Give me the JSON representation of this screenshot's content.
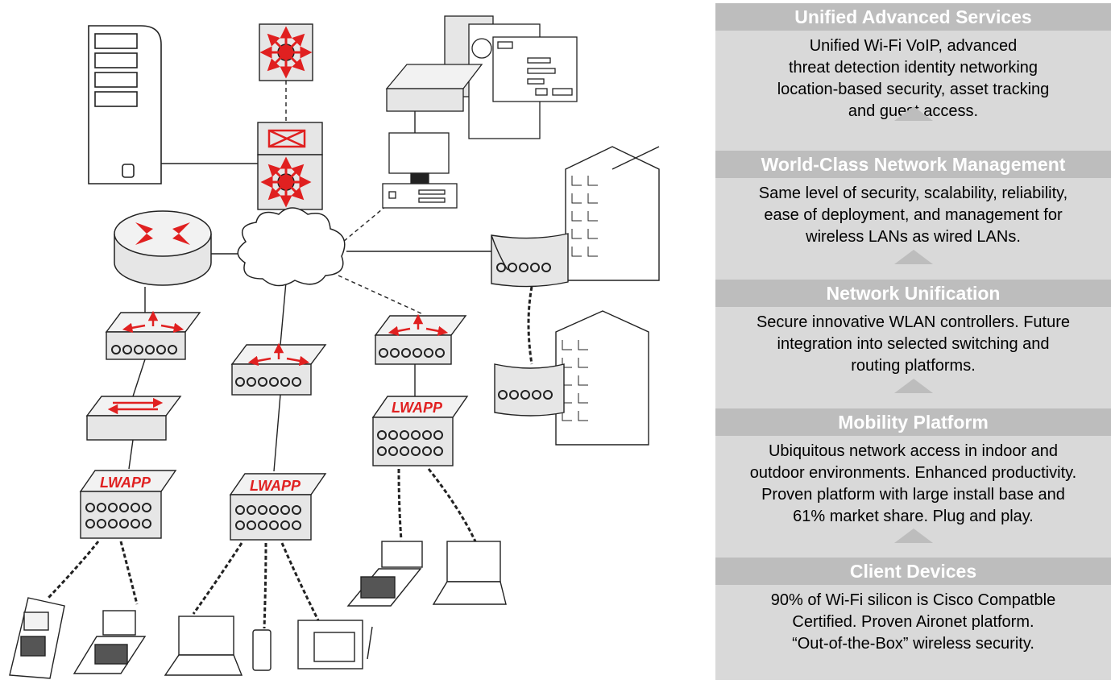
{
  "stages": [
    {
      "title": "Unified Advanced Services",
      "lines": [
        "Unified Wi-Fi VoIP, advanced",
        "threat detection identity networking",
        "location-based security, asset tracking",
        "and guest access."
      ]
    },
    {
      "title": "World-Class Network Management",
      "lines": [
        "Same level of security, scalability, reliability,",
        "ease of deployment, and management for",
        "wireless LANs as wired LANs."
      ]
    },
    {
      "title": "Network Unification",
      "lines": [
        "Secure innovative WLAN controllers. Future",
        "integration into selected switching and",
        "routing platforms."
      ]
    },
    {
      "title": "Mobility Platform",
      "lines": [
        "Ubiquitous network access in indoor and",
        "outdoor environments. Enhanced productivity.",
        "Proven platform with large install base and",
        "61% market share. Plug and play."
      ]
    },
    {
      "title": "Client Devices",
      "lines": [
        "90% of Wi-Fi silicon is Cisco Compatble",
        "Certified. Proven Aironet platform.",
        "“Out-of-the-Box” wireless security."
      ]
    }
  ],
  "diagram": {
    "lwapp_label": "LWAPP",
    "colors": {
      "accent": "#e02020",
      "device_fill": "#e6e6e6",
      "panel": "#d9d9d9",
      "header": "#bdbdbd"
    }
  }
}
